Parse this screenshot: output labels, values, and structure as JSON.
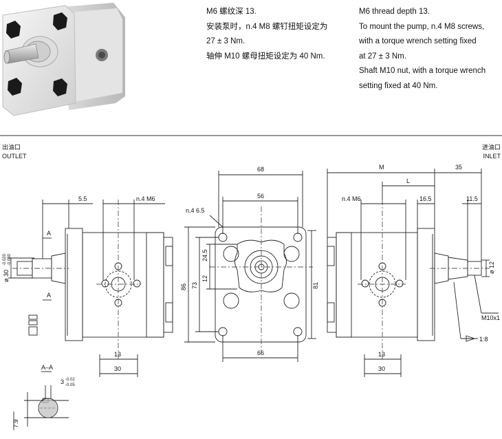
{
  "notes_cn": {
    "line1": "M6  螺纹深 13.",
    "line2": "安装泵时，n.4 M8 螺钉扭矩设定为",
    "line3": "27 ± 3 Nm.",
    "line4": "轴伸 M10 螺母扭矩设定为 40 Nm."
  },
  "notes_en": {
    "line1": "M6 thread depth 13.",
    "line2": "To mount the pump, n.4 M8 screws,",
    "line3": " with a torque wrench setting fixed",
    "line4": " at 27 ± 3 Nm.",
    "line5": "Shaft M10 nut, with a torque wrench",
    "line6": "setting fixed at 40 Nm."
  },
  "ports": {
    "outlet_cn": "出油口",
    "outlet_en": "OUTLET",
    "inlet_cn": "进油口",
    "inlet_en": "INLET"
  },
  "dims": {
    "left": {
      "d_5_5": "5.5",
      "thread_m6": "n.4 M6",
      "section_a_top": "A",
      "section_a_bottom": "A",
      "shaft_dia": "ø 30",
      "shaft_tol_top": "-0.020",
      "shaft_tol_bottom": "-0.050",
      "d_13": "13",
      "d_30": "30"
    },
    "center": {
      "d_68": "68",
      "d_56": "56",
      "holes": "n.4 6.5",
      "d_24_5": "24.5",
      "d_12": "12",
      "d_73": "73",
      "d_86": "86",
      "d_81": "81",
      "d_66": "66"
    },
    "right": {
      "d_M": "M",
      "d_35": "35",
      "d_L": "L",
      "thread_m6": "n.4 M6",
      "d_16_5": "16.5",
      "d_11_5": "11.5",
      "shaft_dia": "ø 12",
      "thread_m10": "M10x1",
      "taper": "1:8",
      "d_13": "13",
      "d_30": "30"
    },
    "section": {
      "title": "A–A",
      "key_width": "3",
      "key_tol_top": "-0.02",
      "key_tol_bottom": "-0.05",
      "key_depth": "7.9"
    }
  }
}
